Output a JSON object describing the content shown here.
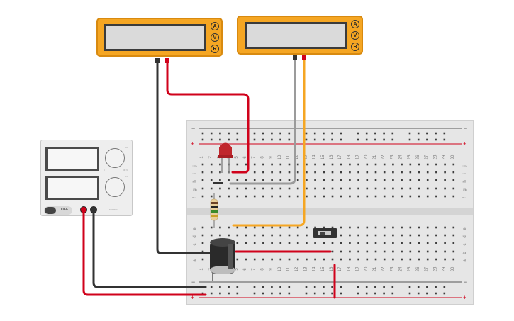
{
  "meter_knobs": [
    "A",
    "V",
    "R"
  ],
  "psu": {
    "switch_label": "OFF",
    "dial_labels": [
      "CC",
      "CV"
    ],
    "dial_range": [
      "0",
      "30 V"
    ],
    "brand_text": "SUPPLY"
  },
  "breadboard": {
    "columns": [
      "1",
      "2",
      "3",
      "4",
      "5",
      "6",
      "7",
      "8",
      "9",
      "10",
      "11",
      "12",
      "13",
      "14",
      "15",
      "16",
      "17",
      "18",
      "19",
      "20",
      "21",
      "22",
      "23",
      "24",
      "25",
      "26",
      "27",
      "28",
      "29",
      "30"
    ],
    "row_letters_top": [
      "j",
      "i",
      "h",
      "g",
      "f"
    ],
    "row_letters_bottom": [
      "e",
      "d",
      "c",
      "b",
      "a"
    ],
    "rail_minus": "−",
    "rail_plus": "+"
  },
  "colors": {
    "meter": "#f5a623",
    "wire_red": "#d0021b",
    "wire_black": "#333333",
    "wire_gray": "#9b9b9b",
    "wire_orange": "#f5a623",
    "led": "#c0272d"
  },
  "icons": [
    "multimeter-1",
    "multimeter-2",
    "power-supply",
    "breadboard",
    "led",
    "resistor",
    "capacitor",
    "slide-switch"
  ]
}
